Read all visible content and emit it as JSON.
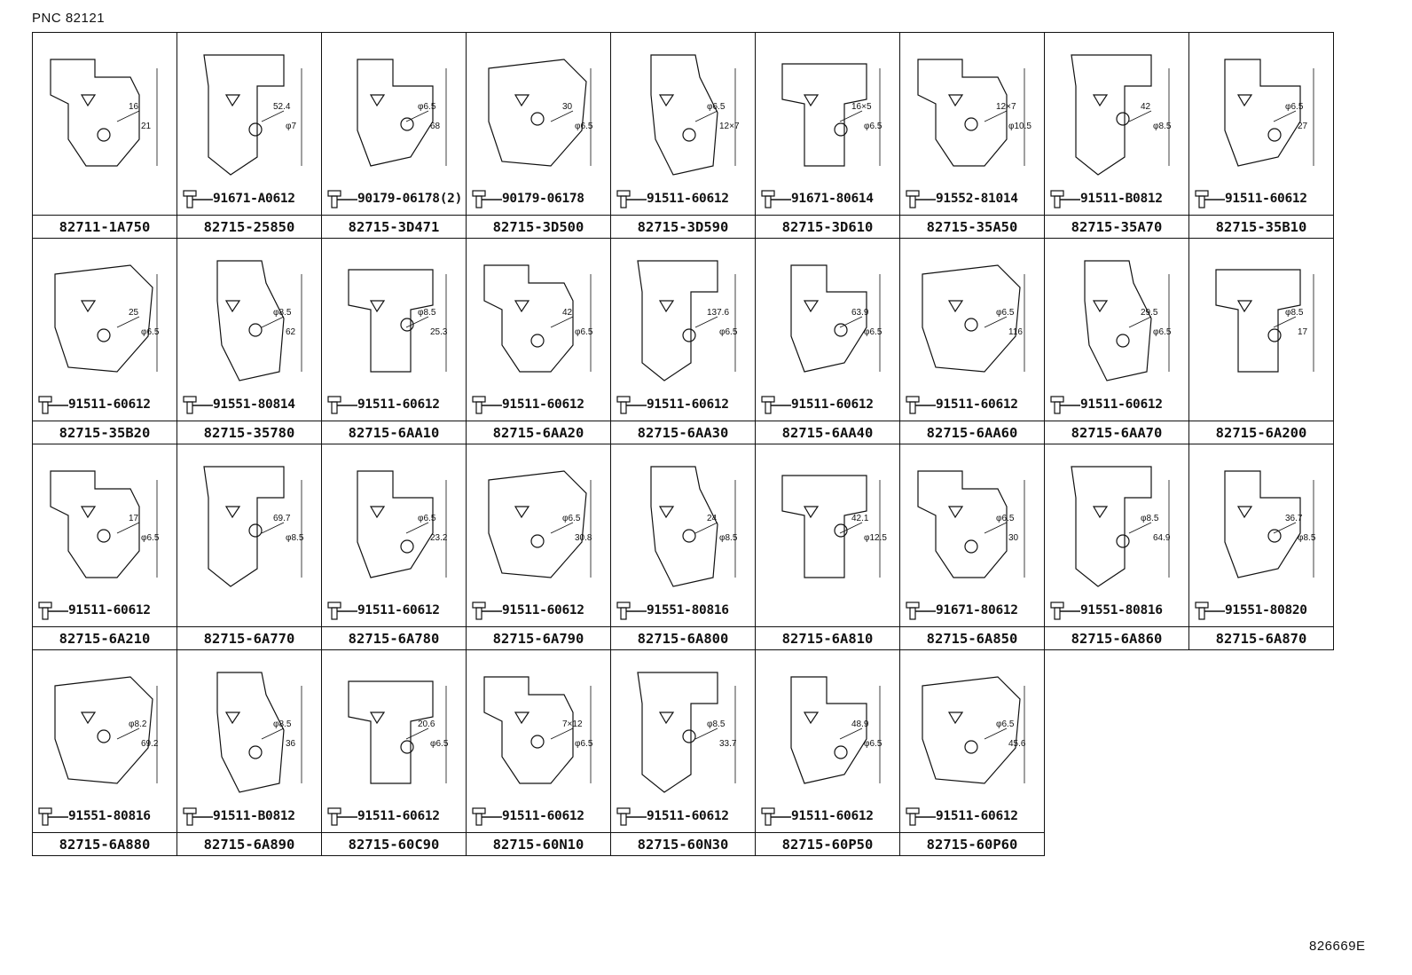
{
  "header": {
    "pnc": "PNC 82121"
  },
  "footer": {
    "code": "826669E"
  },
  "cells": [
    {
      "part": "82711-1A750",
      "bolt": "",
      "dims": [
        "16",
        "21"
      ]
    },
    {
      "part": "82715-25850",
      "bolt": "91671-A0612",
      "dims": [
        "52.4",
        "φ7"
      ]
    },
    {
      "part": "82715-3D471",
      "bolt": "90179-06178(2)",
      "dims": [
        "φ6.5",
        "68"
      ]
    },
    {
      "part": "82715-3D500",
      "bolt": "90179-06178",
      "dims": [
        "30",
        "φ6.5"
      ]
    },
    {
      "part": "82715-3D590",
      "bolt": "91511-60612",
      "dims": [
        "φ6.5",
        "12×7"
      ]
    },
    {
      "part": "82715-3D610",
      "bolt": "91671-80614",
      "dims": [
        "16×5",
        "φ6.5"
      ]
    },
    {
      "part": "82715-35A50",
      "bolt": "91552-81014",
      "dims": [
        "12×7",
        "φ10.5"
      ]
    },
    {
      "part": "82715-35A70",
      "bolt": "91511-B0812",
      "dims": [
        "42",
        "φ8.5"
      ]
    },
    {
      "part": "82715-35B10",
      "bolt": "91511-60612",
      "dims": [
        "φ6.5",
        "27"
      ]
    },
    {
      "part": "82715-35B20",
      "bolt": "91511-60612",
      "dims": [
        "25",
        "φ6.5"
      ]
    },
    {
      "part": "82715-35780",
      "bolt": "91551-80814",
      "dims": [
        "φ8.5",
        "62"
      ]
    },
    {
      "part": "82715-6AA10",
      "bolt": "91511-60612",
      "dims": [
        "φ8.5",
        "25.3"
      ]
    },
    {
      "part": "82715-6AA20",
      "bolt": "91511-60612",
      "dims": [
        "42",
        "φ6.5"
      ]
    },
    {
      "part": "82715-6AA30",
      "bolt": "91511-60612",
      "dims": [
        "137.6",
        "φ6.5"
      ]
    },
    {
      "part": "82715-6AA40",
      "bolt": "91511-60612",
      "dims": [
        "63.9",
        "φ6.5"
      ]
    },
    {
      "part": "82715-6AA60",
      "bolt": "91511-60612",
      "dims": [
        "φ6.5",
        "116"
      ]
    },
    {
      "part": "82715-6AA70",
      "bolt": "91511-60612",
      "dims": [
        "29.5",
        "φ6.5"
      ]
    },
    {
      "part": "82715-6A200",
      "bolt": "",
      "dims": [
        "φ8.5",
        "17"
      ]
    },
    {
      "part": "82715-6A210",
      "bolt": "91511-60612",
      "dims": [
        "17",
        "φ6.5"
      ]
    },
    {
      "part": "82715-6A770",
      "bolt": "",
      "dims": [
        "69.7",
        "φ8.5"
      ]
    },
    {
      "part": "82715-6A780",
      "bolt": "91511-60612",
      "dims": [
        "φ6.5",
        "23.2"
      ]
    },
    {
      "part": "82715-6A790",
      "bolt": "91511-60612",
      "dims": [
        "φ6.5",
        "30.8"
      ]
    },
    {
      "part": "82715-6A800",
      "bolt": "91551-80816",
      "dims": [
        "24",
        "φ8.5"
      ]
    },
    {
      "part": "82715-6A810",
      "bolt": "",
      "dims": [
        "42.1",
        "φ12.5"
      ]
    },
    {
      "part": "82715-6A850",
      "bolt": "91671-80612",
      "dims": [
        "φ6.5",
        "30"
      ]
    },
    {
      "part": "82715-6A860",
      "bolt": "91551-80816",
      "dims": [
        "φ8.5",
        "64.9"
      ]
    },
    {
      "part": "82715-6A870",
      "bolt": "91551-80820",
      "dims": [
        "36.7",
        "φ8.5"
      ]
    },
    {
      "part": "82715-6A880",
      "bolt": "91551-80816",
      "dims": [
        "φ8.2",
        "69.2"
      ]
    },
    {
      "part": "82715-6A890",
      "bolt": "91511-B0812",
      "dims": [
        "φ8.5",
        "36"
      ]
    },
    {
      "part": "82715-60C90",
      "bolt": "91511-60612",
      "dims": [
        "20.6",
        "φ6.5"
      ]
    },
    {
      "part": "82715-60N10",
      "bolt": "91511-60612",
      "dims": [
        "7×12",
        "φ6.5"
      ]
    },
    {
      "part": "82715-60N30",
      "bolt": "91511-60612",
      "dims": [
        "φ8.5",
        "33.7"
      ]
    },
    {
      "part": "82715-60P50",
      "bolt": "91511-60612",
      "dims": [
        "48.9",
        "φ6.5"
      ]
    },
    {
      "part": "82715-60P60",
      "bolt": "91511-60612",
      "dims": [
        "φ6.5",
        "45.6"
      ]
    }
  ]
}
